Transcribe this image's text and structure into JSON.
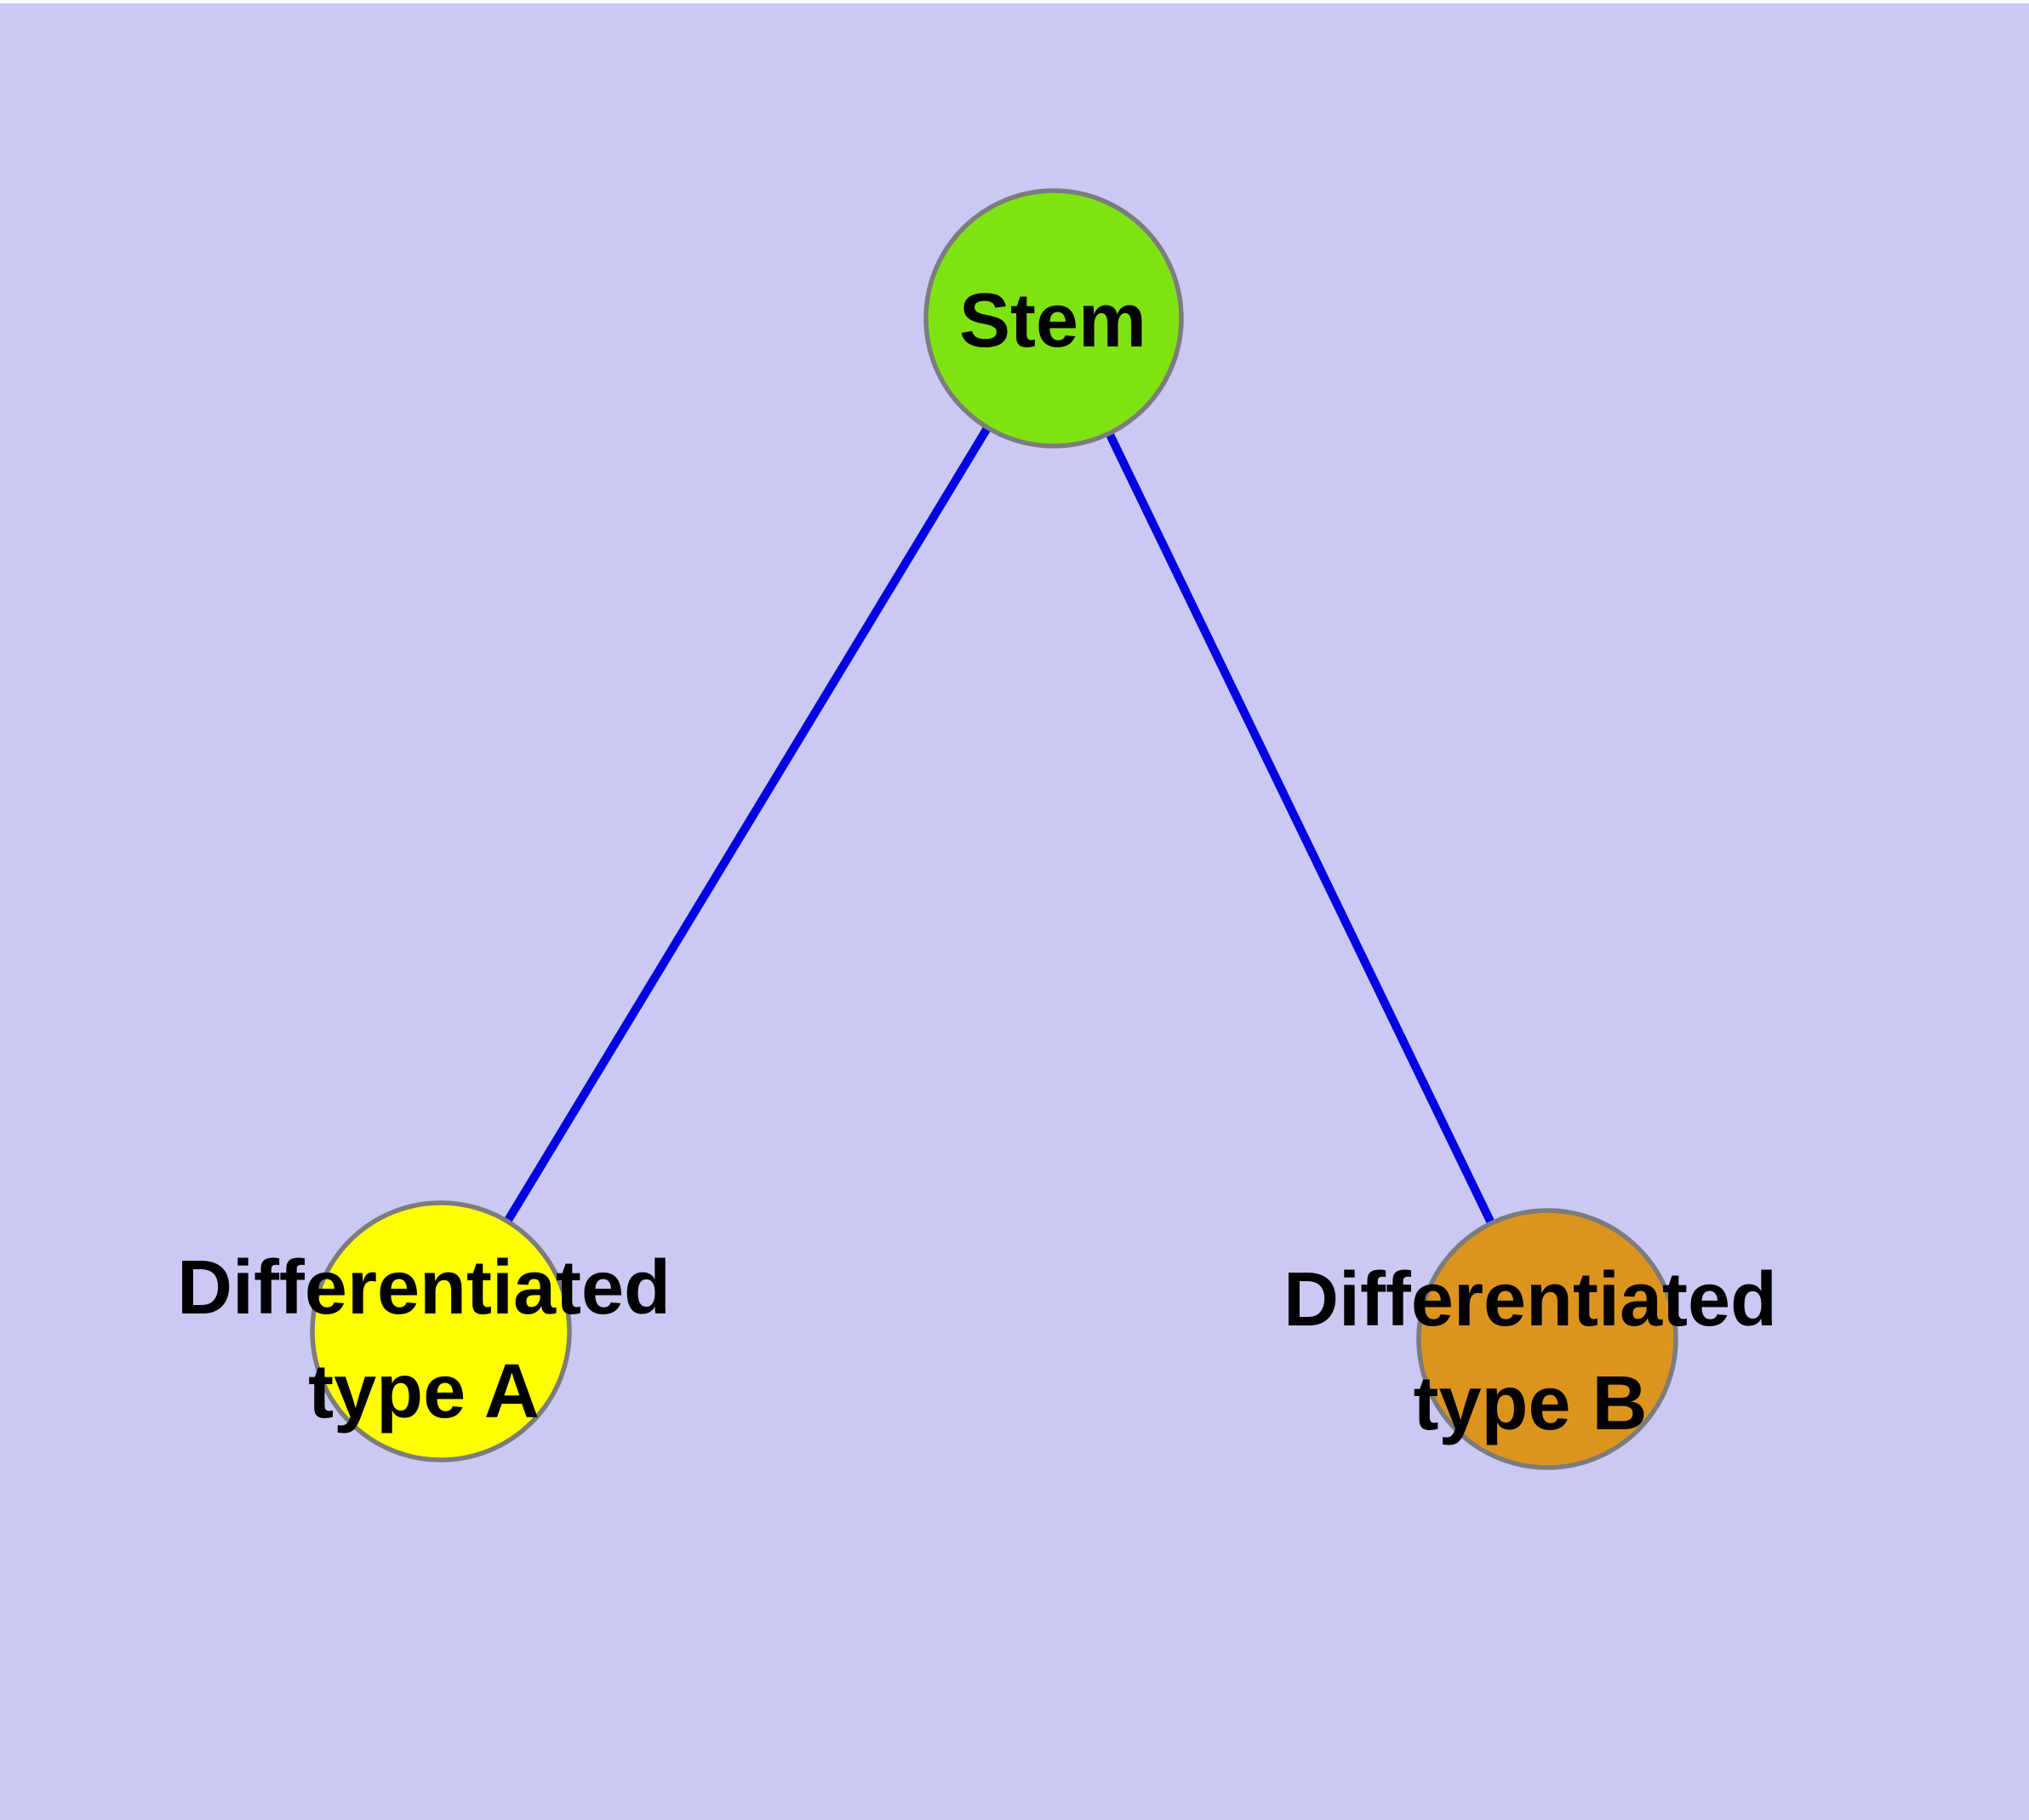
{
  "diagram": {
    "background_color": "#c9c9f4",
    "top_edge_color": "#ffffff",
    "edge_color": "#0000e0",
    "node_border_color": "#7c7c7c",
    "label_color": "#000000",
    "nodes": {
      "stem": {
        "label": "Stem",
        "fill": "#7fe312"
      },
      "type_a": {
        "label_line1": "Differentiated",
        "label_line2": "type A",
        "label": "Differentiated type A",
        "fill": "#ffff00"
      },
      "type_b": {
        "label_line1": "Differentiated",
        "label_line2": "type B",
        "label": "Differentiated type B",
        "fill": "#dd941f"
      }
    },
    "edges": [
      {
        "from": "Stem",
        "to": "Differentiated type A"
      },
      {
        "from": "Stem",
        "to": "Differentiated type B"
      }
    ]
  }
}
